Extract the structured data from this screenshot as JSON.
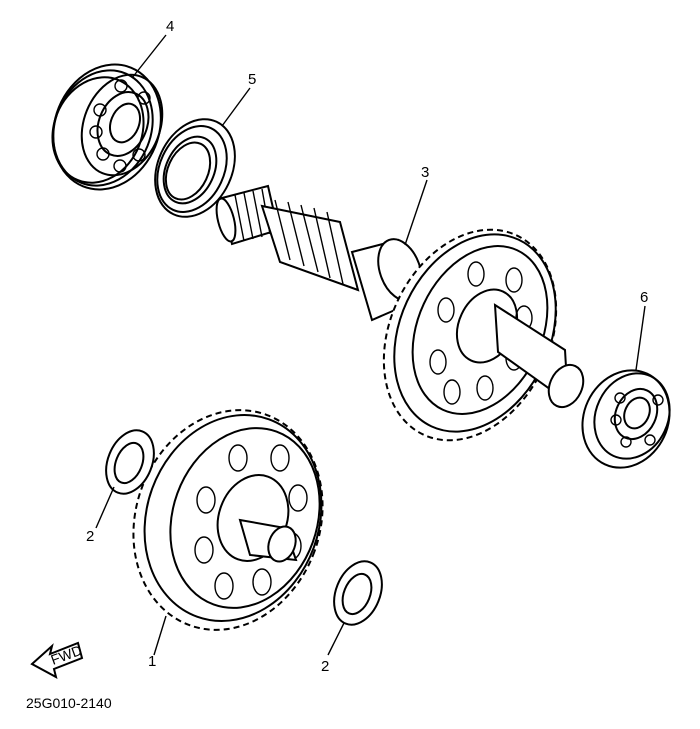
{
  "callouts": {
    "c1": "1",
    "c2a": "2",
    "c2b": "2",
    "c3": "3",
    "c4": "4",
    "c5": "5",
    "c6": "6"
  },
  "fwd_arrow_text": "FWD",
  "drawing_code": "25G010-2140",
  "colors": {
    "ink": "#000000",
    "paper": "#ffffff"
  }
}
